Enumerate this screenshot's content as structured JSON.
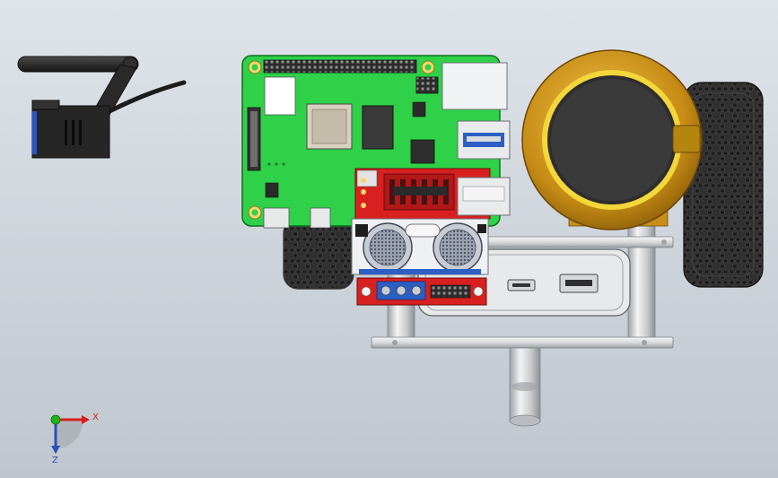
{
  "viewport": {
    "background_top": "#dfe4ea",
    "background_bottom": "#bfc6ce"
  },
  "triad": {
    "x_label": "X",
    "z_label": "Z",
    "x_color": "#d61d1d",
    "y_color": "#1db31d",
    "z_color": "#2a4fb8"
  },
  "colors": {
    "pcb_green": "#2ed148",
    "motor_board_red": "#d92020",
    "gold": "#c9931a",
    "gold_ring": "#f3d63a",
    "tire": "#2a2a2a",
    "steel": "#d5d7da",
    "sensor_blue": "#2b5fc4"
  },
  "parts": {
    "camera": "camera-module",
    "raspberry_pi": "raspberry-pi-board",
    "motor_driver": "motor-driver-board",
    "ultrasonic": "ultrasonic-sensor",
    "power_bank": "power-bank",
    "gear_motor": "gear-motor-disc",
    "wheel_left": "wheel-left",
    "wheel_right": "wheel-right",
    "caster": "caster-post",
    "chassis": "chassis-plates"
  }
}
